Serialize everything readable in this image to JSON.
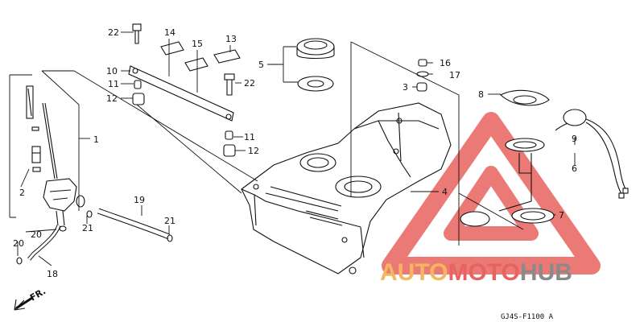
{
  "diagram": {
    "code": "GJ4S-F1100 A",
    "direction_label": "FR.",
    "watermark": {
      "part1": "AUTO",
      "part2": "MOTO",
      "part3": "HUB"
    },
    "colors": {
      "line": "#111111",
      "watermark_red": "#e8635f",
      "watermark_orange": "#f4b660",
      "watermark_gray": "#8a8a8a"
    },
    "callouts": {
      "c1": "1",
      "c2": "2",
      "c3": "3",
      "c4": "4",
      "c5": "5",
      "c6": "6",
      "c7": "7",
      "c8": "8",
      "c9": "9",
      "c10": "10",
      "c11a": "11",
      "c11b": "11",
      "c12a": "12",
      "c12b": "12",
      "c13": "13",
      "c14": "14",
      "c15": "15",
      "c16": "16",
      "c17": "17",
      "c18": "18",
      "c19": "19",
      "c20": "20",
      "c21a": "21",
      "c21b": "21",
      "c22a": "22",
      "c22b": "22"
    }
  }
}
